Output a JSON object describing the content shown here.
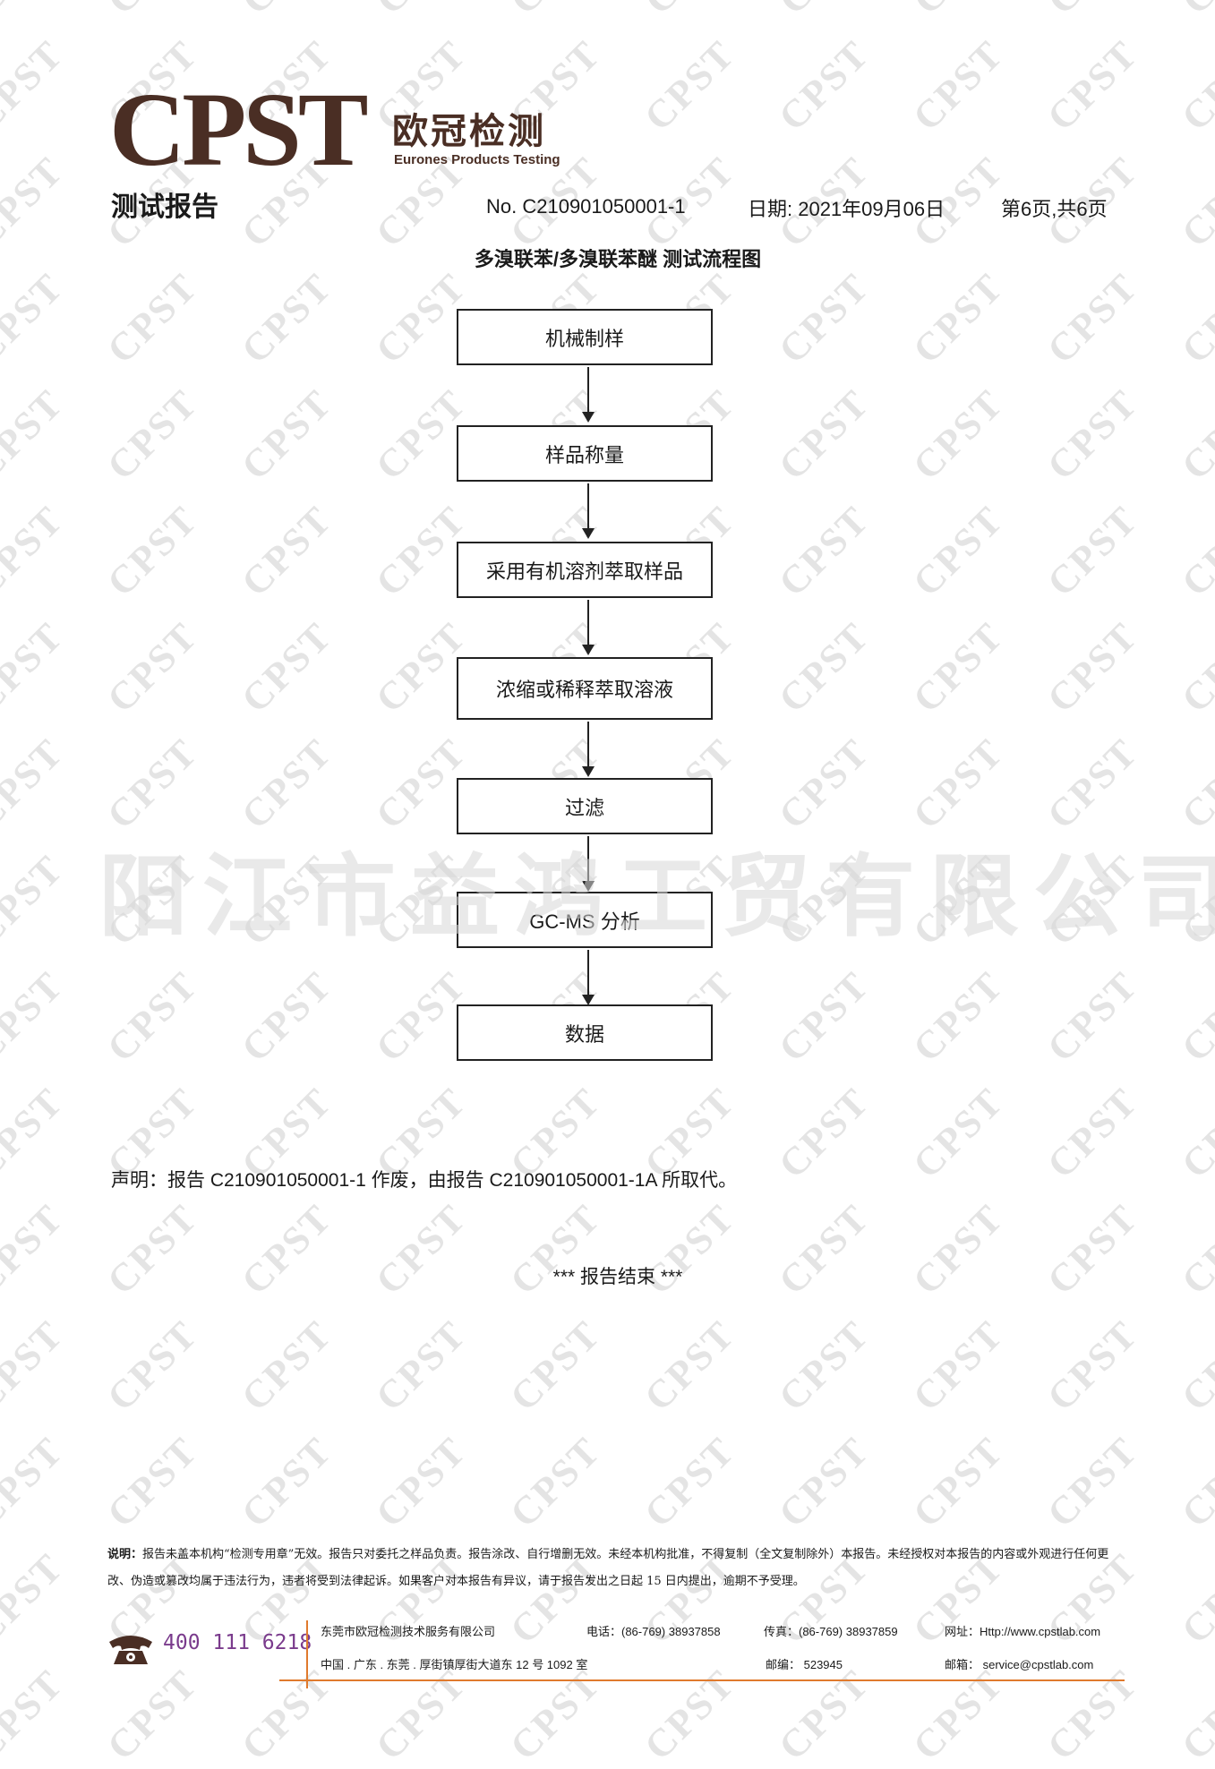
{
  "watermark": {
    "tile_text": "CPST"
  },
  "header": {
    "logo_text": "CPST",
    "logo_cn": "欧冠检测",
    "logo_en": "Eurones Products Testing",
    "report_label": "测试报告",
    "report_no": "No. C210901050001-1",
    "report_date": "日期: 2021年09月06日",
    "page_info": "第6页,共6页"
  },
  "flowchart": {
    "title": "多溴联苯/多溴联苯醚 测试流程图",
    "steps": [
      "机械制样",
      "样品称量",
      "采用有机溶剂萃取样品",
      "浓缩或稀释萃取溶液",
      "过滤",
      "GC-MS 分析",
      "数据"
    ]
  },
  "overlay_watermark": "阳江市益鸿工贸有限公司",
  "statement": "声明：报告 C210901050001-1 作废，由报告 C210901050001-1A 所取代。",
  "report_end": "***  报告结束  ***",
  "footer": {
    "note_label": "说明：",
    "note_text": "报告未盖本机构“检测专用章”无效。报告只对委托之样品负责。报告涂改、自行增删无效。未经本机构批准，不得复制（全文复制除外）本报告。未经授权对本报告的内容或外观进行任何更改、伪造或篡改均属于违法行为，违者将受到法律起诉。如果客户对本报告有异议，请于报告发出之日起 15 日内提出，逾期不予受理。",
    "phone_number": "400 111 6218",
    "company": "东莞市欧冠检测技术服务有限公司",
    "tel": "电话：(86-769) 38937858",
    "fax": "传真：(86-769) 38937859",
    "website": "网址：Http://www.cpstlab.com",
    "address": "中国 . 广东 . 东莞 . 厚街镇厚街大道东 12 号 1092 室",
    "postcode": "邮编：  523945",
    "email": "邮箱：  service@cpstlab.com"
  },
  "colors": {
    "brand": "#4a2e24",
    "accent": "#e07a2d",
    "phone": "#7a3b8c"
  }
}
